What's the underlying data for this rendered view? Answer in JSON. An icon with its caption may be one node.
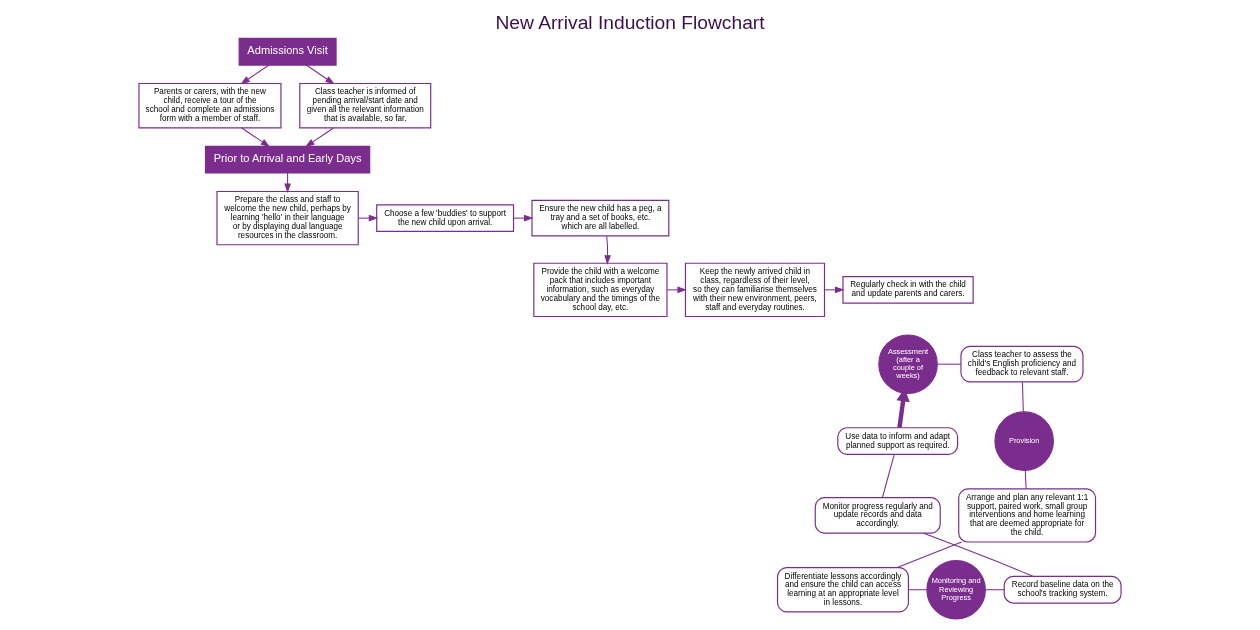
{
  "diagram": {
    "title": "New Arrival Induction Flowchart",
    "nodes": [
      {
        "text": [
          "Admissions Visit"
        ]
      },
      {
        "text": [
          "Parents or carers, with the new child, receive a tour of the school and complete an admissions form with a member of staff."
        ]
      },
      {
        "text": [
          "Class teacher is informed of pending arrival/start date and given all the relevant information that is available, so far."
        ]
      },
      {
        "text": [
          "Prior to Arrival and Early Days"
        ]
      },
      {
        "text": [
          "Prepare the class and staff to welcome the new child, perhaps by learning 'hello' in their language or by displaying dual language resources in the classroom."
        ]
      },
      {
        "text": [
          "Choose a few 'buddies' to support the new child upon arrival."
        ]
      },
      {
        "text": [
          "Ensure the new child has a peg, a tray and a set of books, etc. which are all labelled."
        ]
      },
      {
        "text": [
          "Provide the child with a welcome pack that includes important information, such as everyday vocabulary and the timings of the school day, etc."
        ]
      },
      {
        "text": [
          "Keep the newly arrived child in class, regardless of their level, so they can familiarise themselves with their new environment, peers, staff and everyday routines."
        ]
      },
      {
        "text": [
          "Regularly check in with the child and update parents and carers."
        ]
      },
      {
        "text": [
          "Assessment (after a couple of weeks)"
        ]
      },
      {
        "text": [
          "Class teacher to assess the child's English proficiency and feedback to relevant staff."
        ]
      },
      {
        "text": [
          "Provision"
        ]
      },
      {
        "text": [
          "Arrange and plan any relevant 1:1 support, paired work, small group interventions and home learning that are deemed appropriate for the child."
        ]
      },
      {
        "text": [
          "Differentiate lessons accordingly and ensure the child can access learning at an appropriate level in lessons."
        ]
      },
      {
        "text": [
          "Monitoring and Reviewing Progress"
        ]
      },
      {
        "text": [
          "Record baseline data on the school's tracking system."
        ]
      },
      {
        "text": [
          "Monitor progress regularly and update records and data accordingly."
        ]
      },
      {
        "text": [
          "Use data to inform and adapt planned support as required."
        ]
      }
    ],
    "edges": [
      {
        "from": 0,
        "to": 1,
        "arrow": "to"
      },
      {
        "from": 0,
        "to": 2,
        "arrow": "to"
      },
      {
        "from": 1,
        "to": 3,
        "arrow": "to"
      },
      {
        "from": 2,
        "to": 3,
        "arrow": "to"
      },
      {
        "from": 3,
        "to": 4,
        "arrow": "to"
      },
      {
        "from": 4,
        "to": 5,
        "arrow": "to"
      },
      {
        "from": 5,
        "to": 6,
        "arrow": "to"
      },
      {
        "from": 6,
        "to": 7,
        "arrow": "to"
      },
      {
        "from": 7,
        "to": 8,
        "arrow": "to"
      },
      {
        "from": 8,
        "to": 9,
        "arrow": "to"
      },
      {
        "from": 10,
        "to": 11,
        "arrow": "none"
      },
      {
        "from": 11,
        "to": 12,
        "arrow": "none"
      },
      {
        "from": 12,
        "to": 13,
        "arrow": "none"
      },
      {
        "from": 13,
        "to": 14,
        "arrow": "none"
      },
      {
        "from": 14,
        "to": 15,
        "arrow": "none"
      },
      {
        "from": 15,
        "to": 16,
        "arrow": "none"
      },
      {
        "from": 16,
        "to": 17,
        "arrow": "none"
      },
      {
        "from": 17,
        "to": 18,
        "arrow": "none"
      },
      {
        "from": 18,
        "to": 10,
        "arrow": "to",
        "style": "thick"
      }
    ]
  }
}
